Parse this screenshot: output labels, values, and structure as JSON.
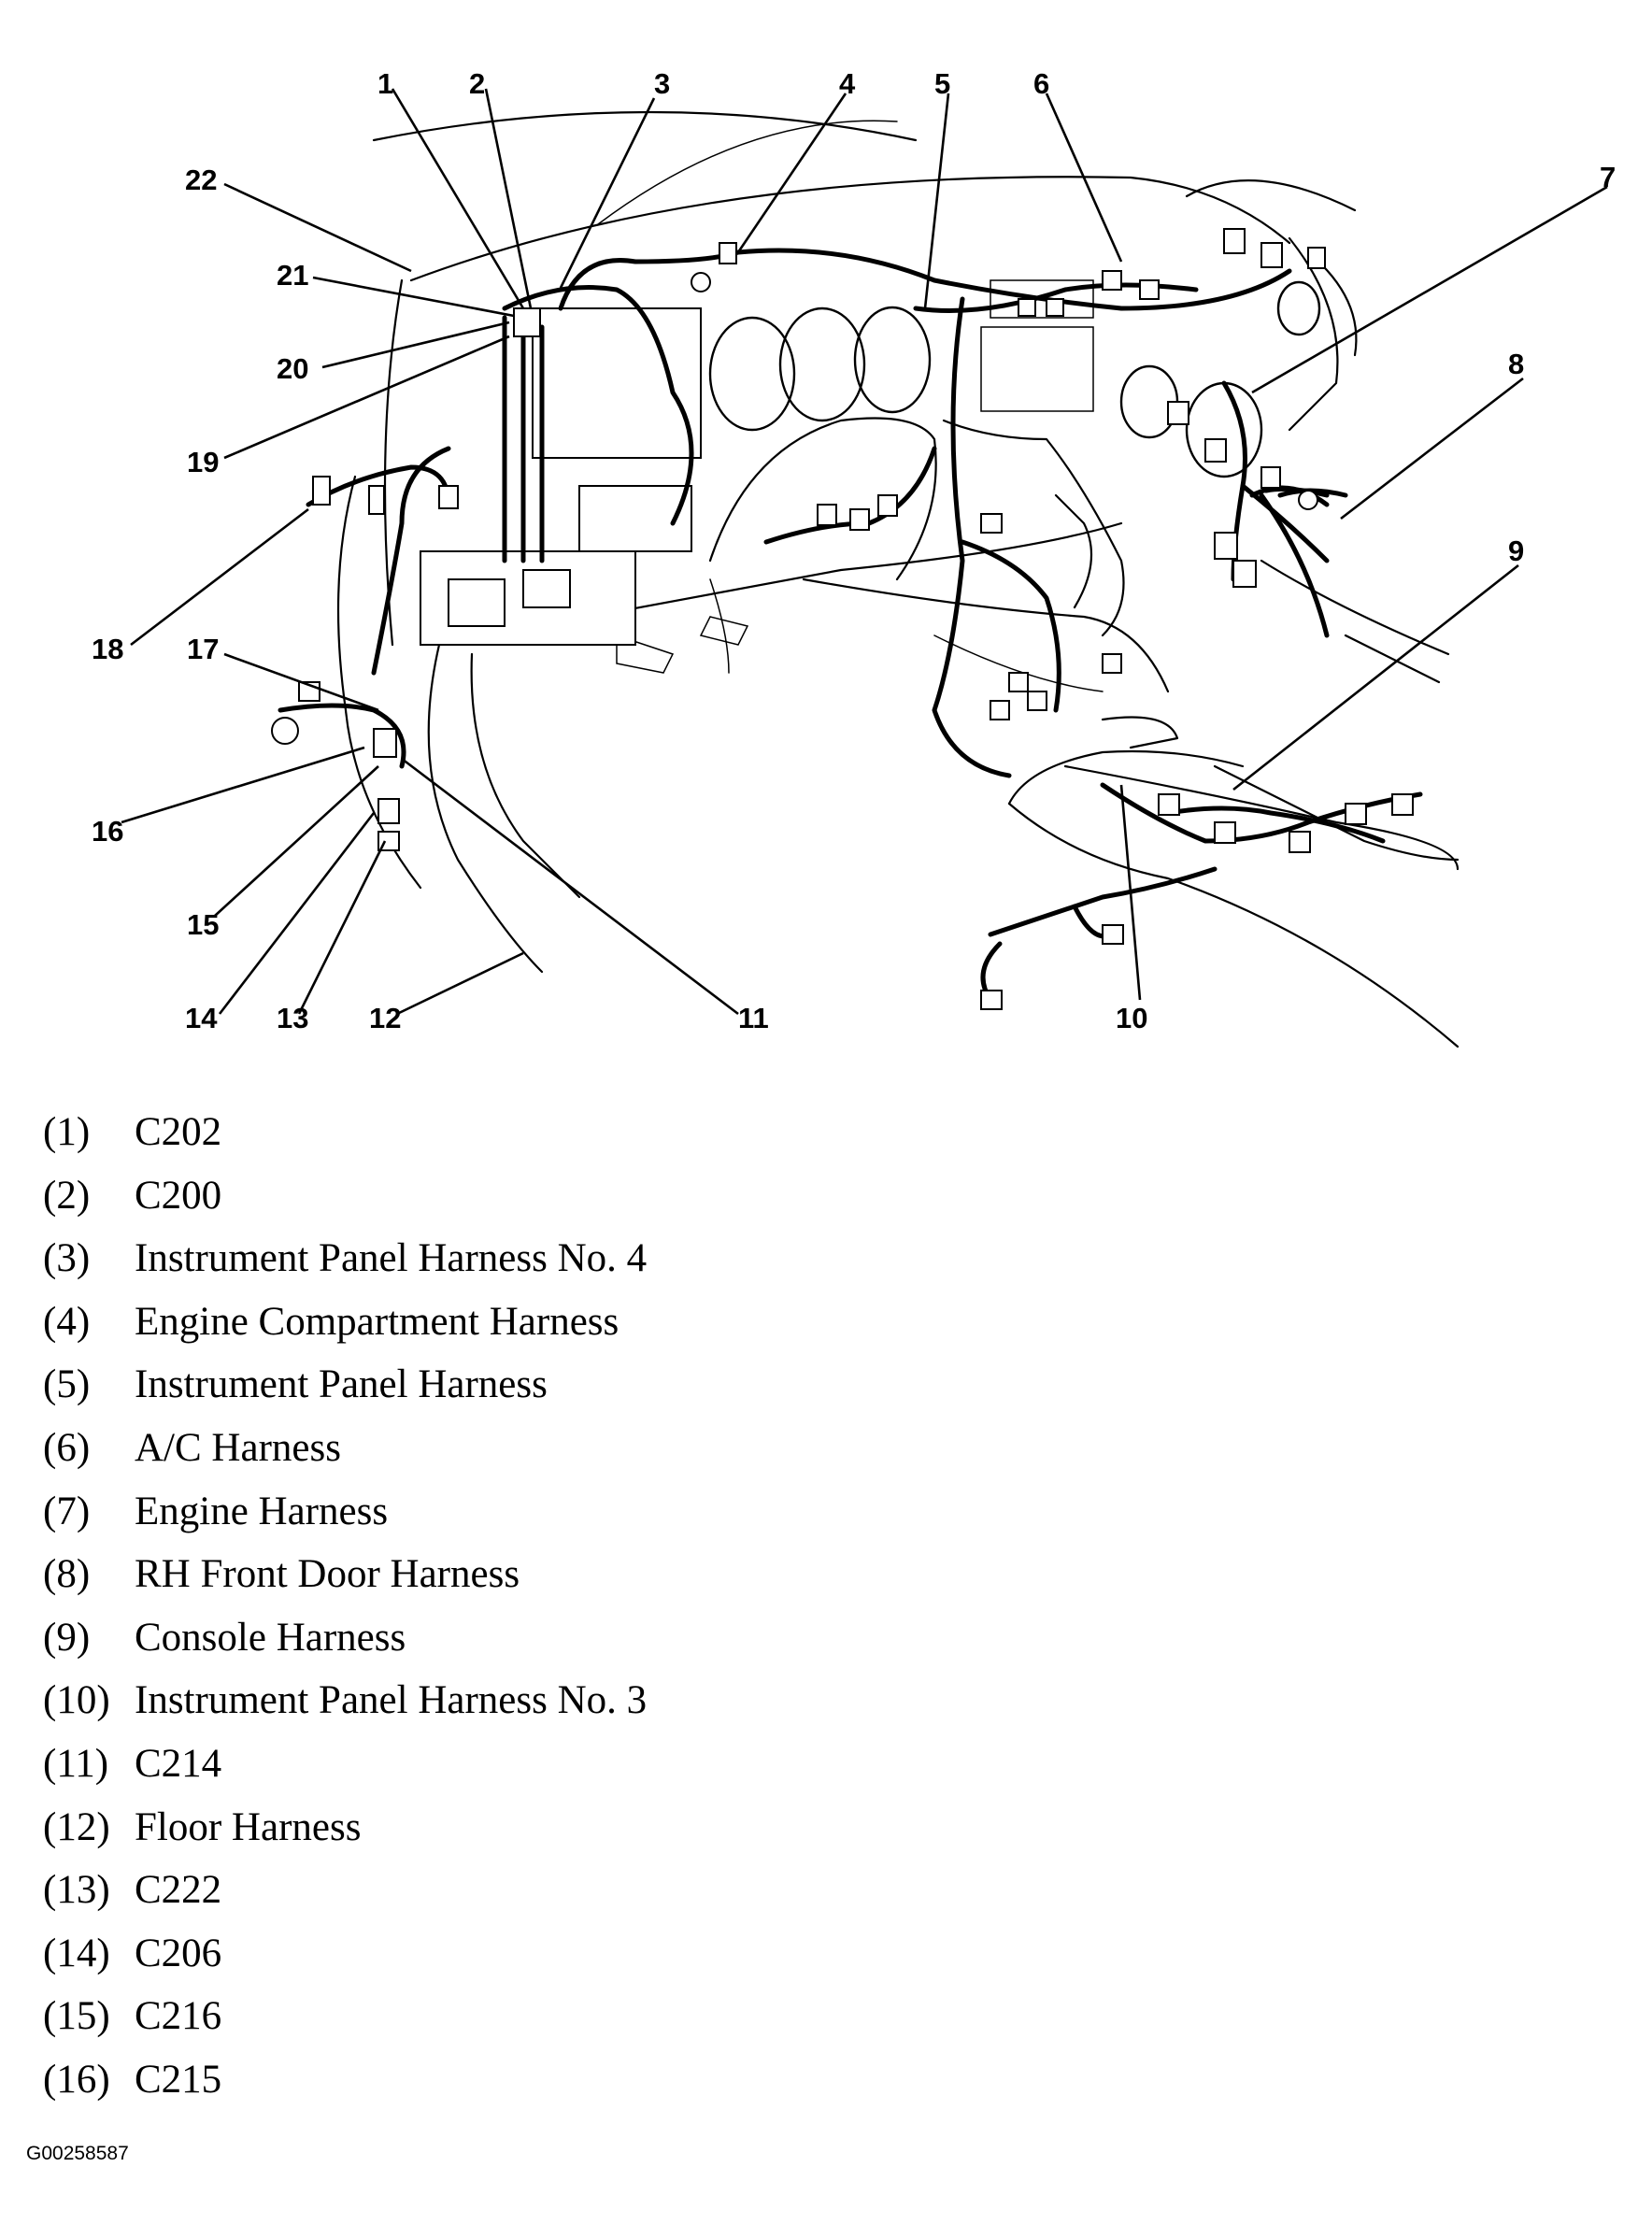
{
  "callouts": [
    "1",
    "2",
    "3",
    "4",
    "5",
    "6",
    "7",
    "8",
    "9",
    "10",
    "11",
    "12",
    "13",
    "14",
    "15",
    "16",
    "17",
    "18",
    "19",
    "20",
    "21",
    "22"
  ],
  "legend": [
    {
      "num": "(1)",
      "label": "C202"
    },
    {
      "num": "(2)",
      "label": "C200"
    },
    {
      "num": "(3)",
      "label": "Instrument Panel Harness No. 4"
    },
    {
      "num": "(4)",
      "label": "Engine Compartment Harness"
    },
    {
      "num": "(5)",
      "label": "Instrument Panel Harness"
    },
    {
      "num": "(6)",
      "label": "A/C Harness"
    },
    {
      "num": "(7)",
      "label": "Engine Harness"
    },
    {
      "num": "(8)",
      "label": "RH Front Door Harness"
    },
    {
      "num": "(9)",
      "label": "Console Harness"
    },
    {
      "num": "(10)",
      "label": "Instrument Panel Harness No. 3"
    },
    {
      "num": "(11)",
      "label": "C214"
    },
    {
      "num": "(12)",
      "label": "Floor Harness"
    },
    {
      "num": "(13)",
      "label": "C222"
    },
    {
      "num": "(14)",
      "label": "C206"
    },
    {
      "num": "(15)",
      "label": "C216"
    },
    {
      "num": "(16)",
      "label": "C215"
    }
  ],
  "figure_id": "G00258587"
}
